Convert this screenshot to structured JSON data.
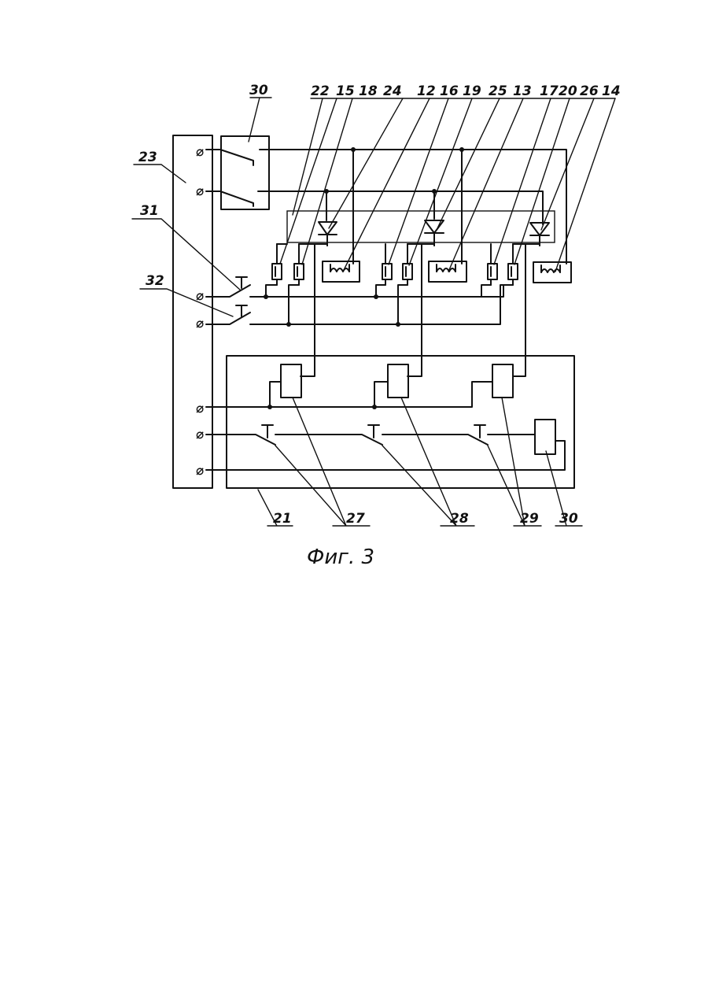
{
  "figure": {
    "caption": "Фиг. 3",
    "labels": {
      "l30_top": "30",
      "l22": "22",
      "l15": "15",
      "l18": "18",
      "l24": "24",
      "l12": "12",
      "l16": "16",
      "l19": "19",
      "l25": "25",
      "l13": "13",
      "l17": "17",
      "l20": "20",
      "l26": "26",
      "l14": "14",
      "l23": "23",
      "l31": "31",
      "l32": "32",
      "l21": "21",
      "l27": "27",
      "l28": "28",
      "l29": "29",
      "l30_bottom": "30"
    },
    "terminal_symbol": "⌀"
  }
}
